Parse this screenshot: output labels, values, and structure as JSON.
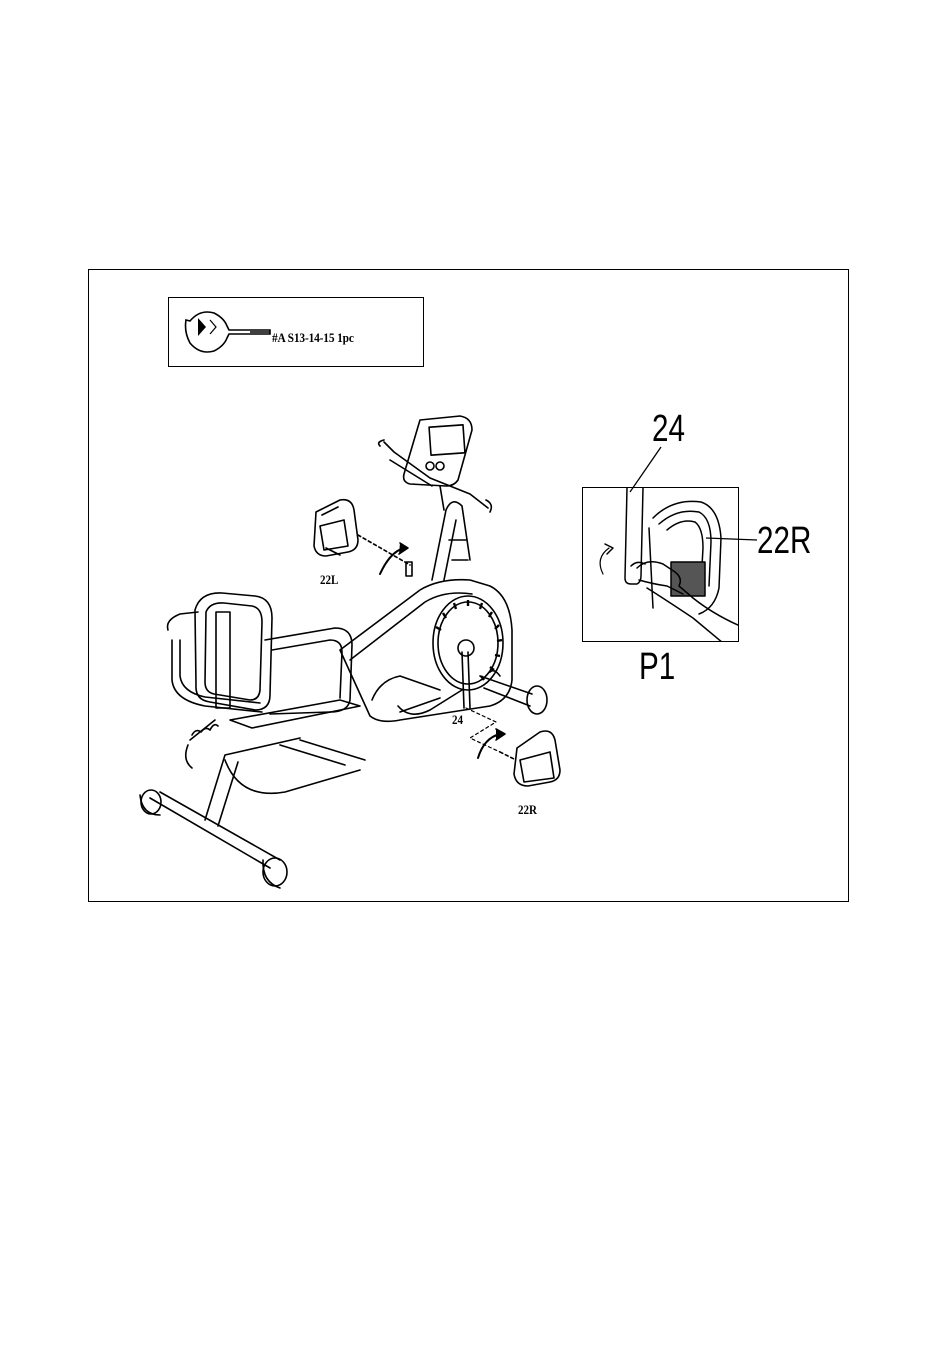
{
  "tool": {
    "icon": "wrench-icon",
    "label": "#A S13-14-15 1pc"
  },
  "callouts": {
    "left_pedal": "22L",
    "right_pedal": "22R",
    "crank": "24"
  },
  "inset": {
    "crank": "24",
    "right_pedal": "22R",
    "caption": "P1"
  }
}
